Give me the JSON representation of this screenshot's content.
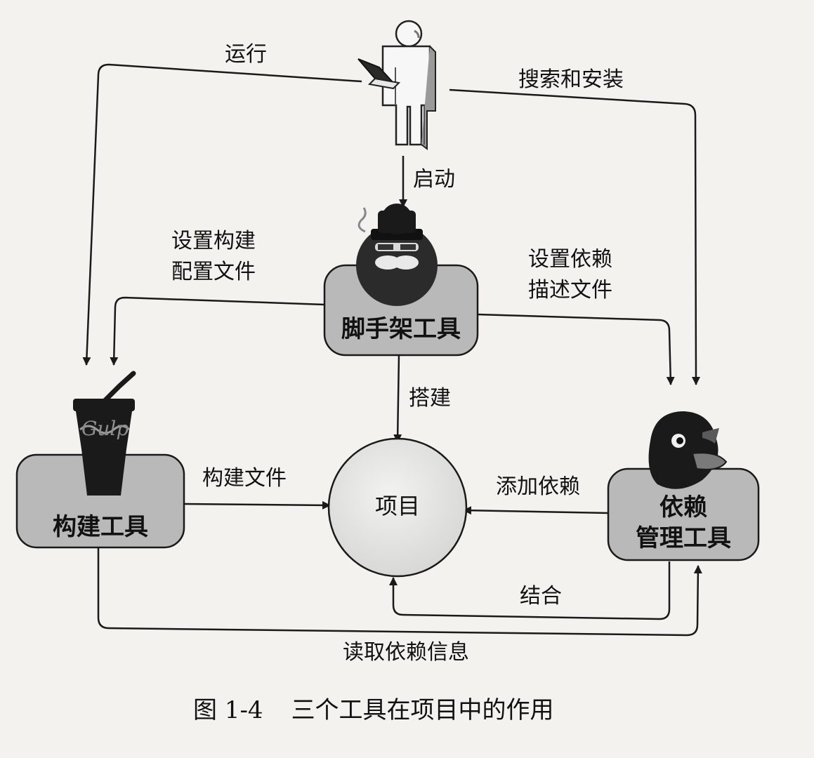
{
  "figure": {
    "nodes": {
      "build_tool": "构建工具",
      "scaffold_tool": "脚手架工具",
      "dependency_tool_line1": "依赖",
      "dependency_tool_line2": "管理工具",
      "project": "项目",
      "cup_text": "Gulp"
    },
    "edges": {
      "run": "运行",
      "search_install": "搜索和安装",
      "launch": "启动",
      "setup_build_line1": "设置构建",
      "setup_build_line2": "配置文件",
      "setup_dep_line1": "设置依赖",
      "setup_dep_line2": "描述文件",
      "scaffold_build": "搭建",
      "build_file": "构建文件",
      "add_dependency": "添加依赖",
      "combine": "结合",
      "read_dependency": "读取依赖信息"
    },
    "caption": {
      "number": "图 1-4",
      "text": "三个工具在项目中的作用"
    },
    "colors": {
      "box_fill": "#b9b9b9",
      "line": "#1a1a1a",
      "background": "#f3f2ef"
    }
  }
}
